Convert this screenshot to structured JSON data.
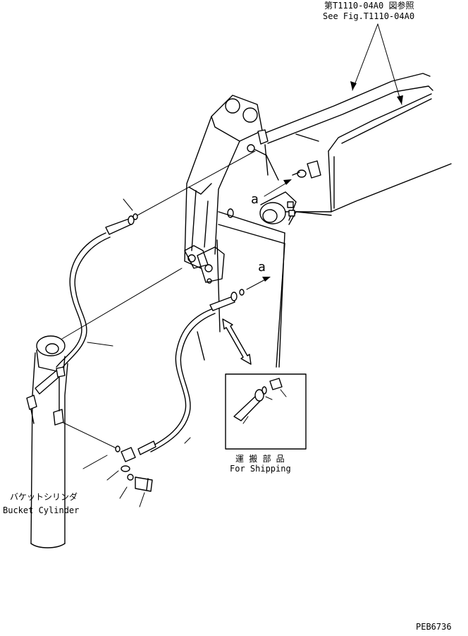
{
  "reference": {
    "jp": "第T1110-04A0 図参照",
    "en": "See Fig.T1110-04A0"
  },
  "view_labels": {
    "upper": "a",
    "lower": "a"
  },
  "shipping_box": {
    "jp": "運 搬 部 品",
    "en": "For Shipping"
  },
  "bucket_cylinder": {
    "jp": "バケットシリンダ",
    "en": "Bucket Cylinder"
  },
  "drawing_code": "PEB6736"
}
